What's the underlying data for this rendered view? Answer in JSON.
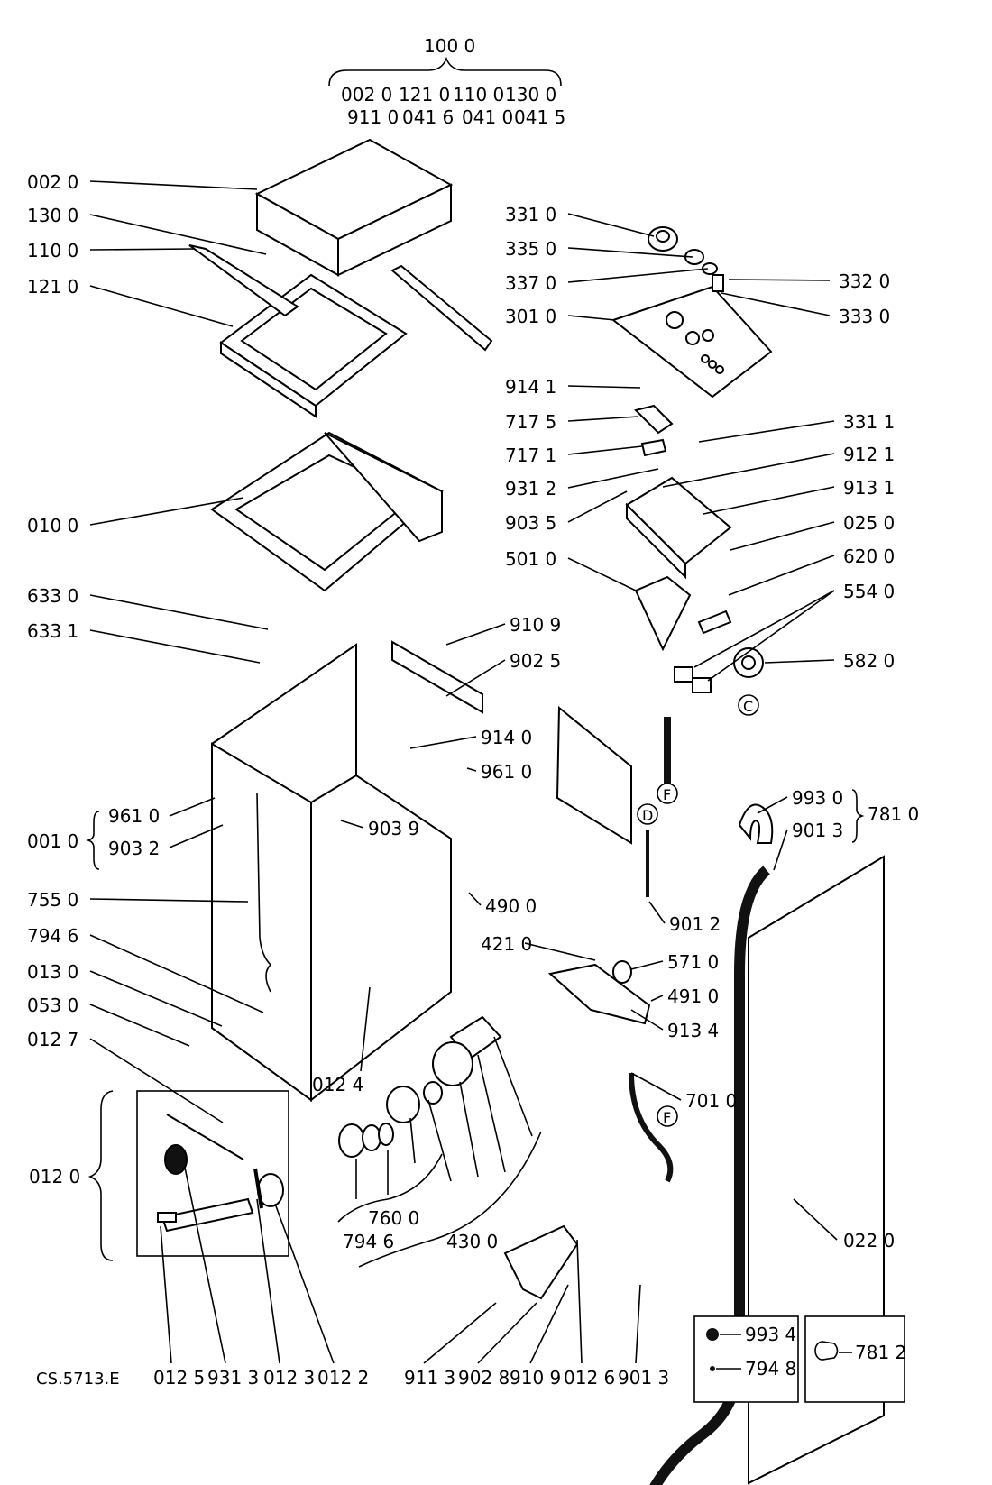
{
  "diagram": {
    "doc_code": "CS.5713.E",
    "group_labels": {
      "assembly_top": "100 0",
      "assembly_row1": [
        "002 0",
        "121 0",
        "110 0",
        "130 0"
      ],
      "assembly_row2": [
        "911 0",
        "041 6",
        "041 0",
        "041 5"
      ],
      "hose_group": "781 0",
      "body_group": "001 0",
      "door_group": "012 0"
    },
    "callouts_left": [
      "002 0",
      "130 0",
      "110 0",
      "121 0",
      "010 0",
      "633 0",
      "633 1",
      "961 0",
      "903 2",
      "755 0",
      "794 6",
      "013 0",
      "053 0",
      "012 7"
    ],
    "callouts_right": [
      "331 0",
      "335 0",
      "337 0",
      "332 0",
      "333 0",
      "301 0",
      "914 1",
      "717 5",
      "717 1",
      "331 1",
      "912 1",
      "931 2",
      "913 1",
      "903 5",
      "025 0",
      "501 0",
      "620 0",
      "554 0",
      "582 0"
    ],
    "callouts_middle": [
      "910 9",
      "902 5",
      "914 0",
      "961 0",
      "903 9",
      "490 0",
      "421 0",
      "571 0",
      "491 0",
      "913 4",
      "901 2",
      "993 0",
      "901 3",
      "701 0",
      "022 0",
      "012 4",
      "760 0",
      "794 6",
      "430 0"
    ],
    "callouts_bottom": [
      "012 5",
      "931 3",
      "012 3",
      "012 2",
      "911 3",
      "902 8",
      "910 9",
      "012 6",
      "901 3"
    ],
    "circle_markers": [
      "C",
      "F",
      "D",
      "F"
    ],
    "legend": [
      {
        "code": "993 4",
        "icon": "filled-dot-icon"
      },
      {
        "code": "794 8",
        "icon": "small-dot-icon"
      },
      {
        "code": "781 2",
        "icon": "hose-connector-icon"
      }
    ]
  }
}
